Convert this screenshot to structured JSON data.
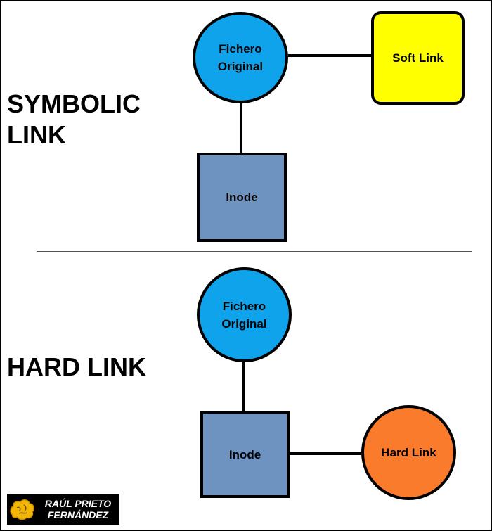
{
  "colors": {
    "circle_fill": "#0fa3ec",
    "soft_link_fill": "#ffff00",
    "inode_fill": "#6e93c0",
    "hard_link_fill": "#fb7b2d",
    "edge": "#000000"
  },
  "symbolic": {
    "title_line1": "SYMBOLIC",
    "title_line2": "LINK",
    "original_label_line1": "Fichero",
    "original_label_line2": "Original",
    "soft_link_label": "Soft Link",
    "inode_label": "Inode"
  },
  "hard": {
    "title": "HARD LINK",
    "original_label_line1": "Fichero",
    "original_label_line2": "Original",
    "inode_label": "Inode",
    "hard_link_label": "Hard Link"
  },
  "logo": {
    "line1": "RAÚL PRIETO",
    "line2": "FERNÁNDEZ"
  }
}
